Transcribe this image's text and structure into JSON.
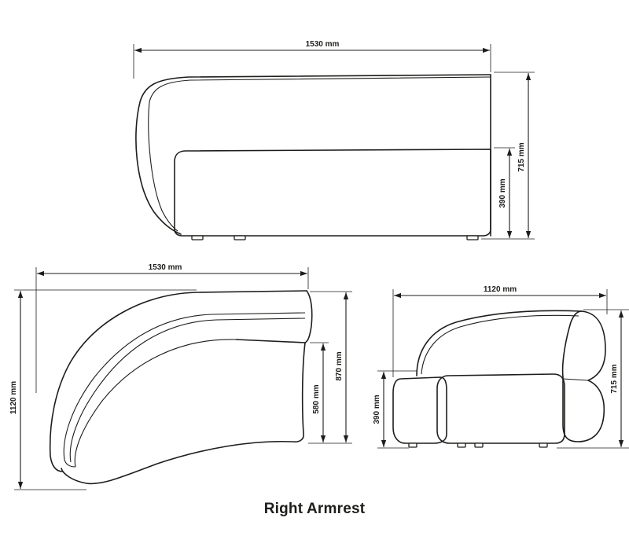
{
  "caption": "Right Armrest",
  "front_view": {
    "width_label": "1530 mm",
    "height_label": "715 mm",
    "seat_height_label": "390 mm"
  },
  "top_view": {
    "width_label": "1530 mm",
    "depth_label": "1120 mm",
    "arm_depth_label": "870 mm",
    "seat_depth_label": "580 mm"
  },
  "side_view": {
    "width_label": "1120 mm",
    "height_label": "715 mm",
    "seat_height_label": "390 mm"
  },
  "colors": {
    "line": "#1d1d1b",
    "background": "#ffffff"
  }
}
